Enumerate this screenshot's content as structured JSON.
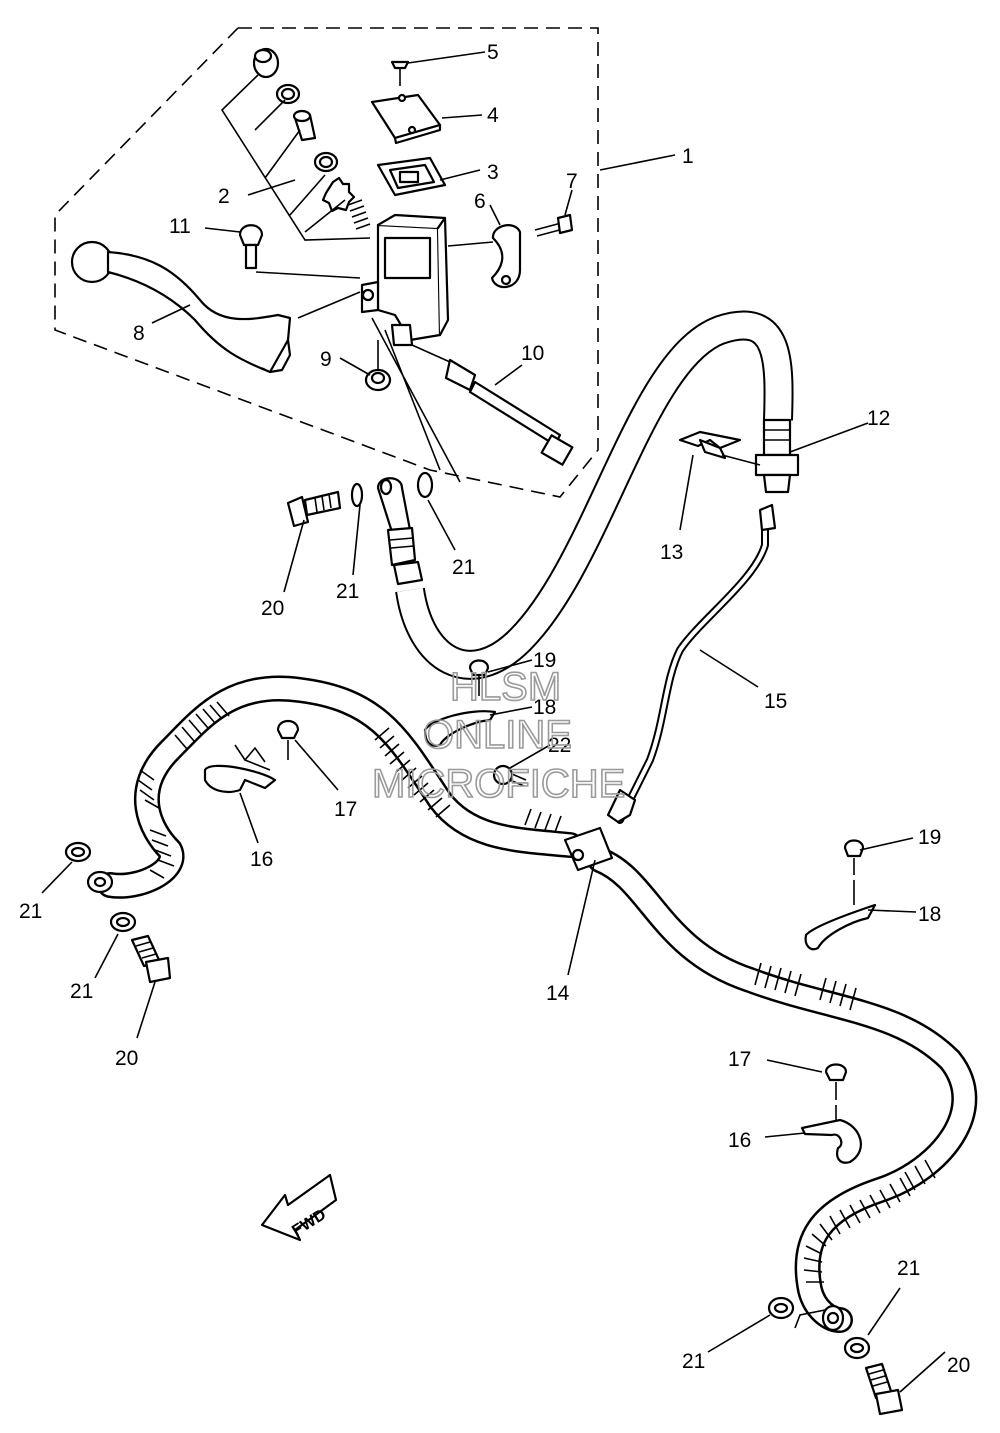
{
  "watermark": {
    "line1": "HLSM",
    "line2": "ONLINE",
    "line3": "MICROFICHE"
  },
  "fwd_label": "FWD",
  "callouts": {
    "c1": "1",
    "c2": "2",
    "c3": "3",
    "c4": "4",
    "c5": "5",
    "c6": "6",
    "c7": "7",
    "c8": "8",
    "c9": "9",
    "c10": "10",
    "c11": "11",
    "c12": "12",
    "c13": "13",
    "c14": "14",
    "c15": "15",
    "c16a": "16",
    "c16b": "16",
    "c17a": "17",
    "c17b": "17",
    "c18a": "18",
    "c18b": "18",
    "c19a": "19",
    "c19b": "19",
    "c20a": "20",
    "c20b": "20",
    "c20c": "20",
    "c21a": "21",
    "c21b": "21",
    "c21c": "21",
    "c21d": "21",
    "c21e": "21",
    "c21f": "21",
    "c22": "22"
  },
  "colors": {
    "line": "#000000",
    "background": "#ffffff",
    "watermark": "#9a9a9a"
  }
}
